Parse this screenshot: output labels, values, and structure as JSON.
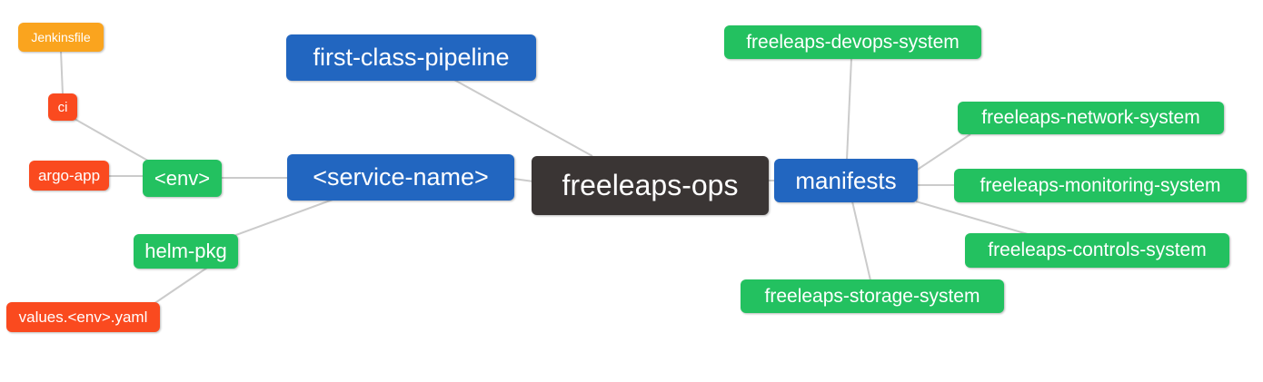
{
  "diagram": {
    "type": "mindmap",
    "root": "freeleaps-ops",
    "palette": {
      "primary_branch_blue": "#2266c0",
      "leaf_green": "#23c160",
      "leaf_orange": "#faa41e",
      "leaf_red": "#fa4a1f",
      "root_dark": "#3a3534",
      "connector_gray": "#cbcbcb",
      "background": "#ffffff",
      "node_text": "#ffffff"
    }
  },
  "nodes": {
    "root": {
      "label": "freeleaps-ops",
      "color": "#3a3534"
    },
    "pipeline": {
      "label": "first-class-pipeline",
      "color": "#2266c0"
    },
    "service": {
      "label": "<service-name>",
      "color": "#2266c0"
    },
    "manifests": {
      "label": "manifests",
      "color": "#2266c0"
    },
    "env": {
      "label": "<env>",
      "color": "#23c160"
    },
    "helm": {
      "label": "helm-pkg",
      "color": "#23c160"
    },
    "ci": {
      "label": "ci",
      "color": "#fa4a1f"
    },
    "argo": {
      "label": "argo-app",
      "color": "#fa4a1f"
    },
    "jenkinsfile": {
      "label": "Jenkinsfile",
      "color": "#faa41e"
    },
    "values": {
      "label": "values.<env>.yaml",
      "color": "#fa4a1f"
    },
    "devops": {
      "label": "freeleaps-devops-system",
      "color": "#23c160"
    },
    "network": {
      "label": "freeleaps-network-system",
      "color": "#23c160"
    },
    "monitoring": {
      "label": "freeleaps-monitoring-system",
      "color": "#23c160"
    },
    "controls": {
      "label": "freeleaps-controls-system",
      "color": "#23c160"
    },
    "storage": {
      "label": "freeleaps-storage-system",
      "color": "#23c160"
    }
  },
  "edges": [
    [
      "jenkinsfile",
      "ci"
    ],
    [
      "ci",
      "env"
    ],
    [
      "argo",
      "env"
    ],
    [
      "env",
      "service"
    ],
    [
      "helm",
      "service"
    ],
    [
      "values",
      "helm"
    ],
    [
      "pipeline",
      "root"
    ],
    [
      "service",
      "root"
    ],
    [
      "root",
      "manifests"
    ],
    [
      "devops",
      "manifests"
    ],
    [
      "manifests",
      "network"
    ],
    [
      "manifests",
      "monitoring"
    ],
    [
      "manifests",
      "controls"
    ],
    [
      "manifests",
      "storage"
    ]
  ]
}
